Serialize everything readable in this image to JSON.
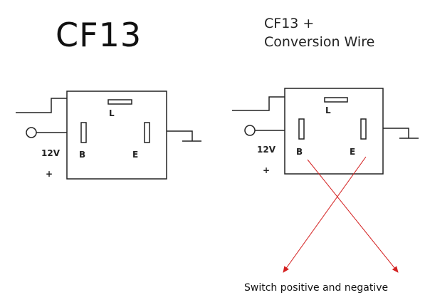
{
  "left_diagram": {
    "title": "CF13",
    "pins": {
      "top": "L",
      "left": "B",
      "right": "E"
    },
    "voltage_label": "12V",
    "polarity_label": "+"
  },
  "right_diagram": {
    "title_line1": "CF13 +",
    "title_line2": "Conversion Wire",
    "pins": {
      "top": "L",
      "left": "B",
      "right": "E"
    },
    "voltage_label": "12V",
    "polarity_label": "+",
    "caption": "Switch positive and negative"
  },
  "colors": {
    "line": "#222222",
    "arrow": "#d42020"
  }
}
